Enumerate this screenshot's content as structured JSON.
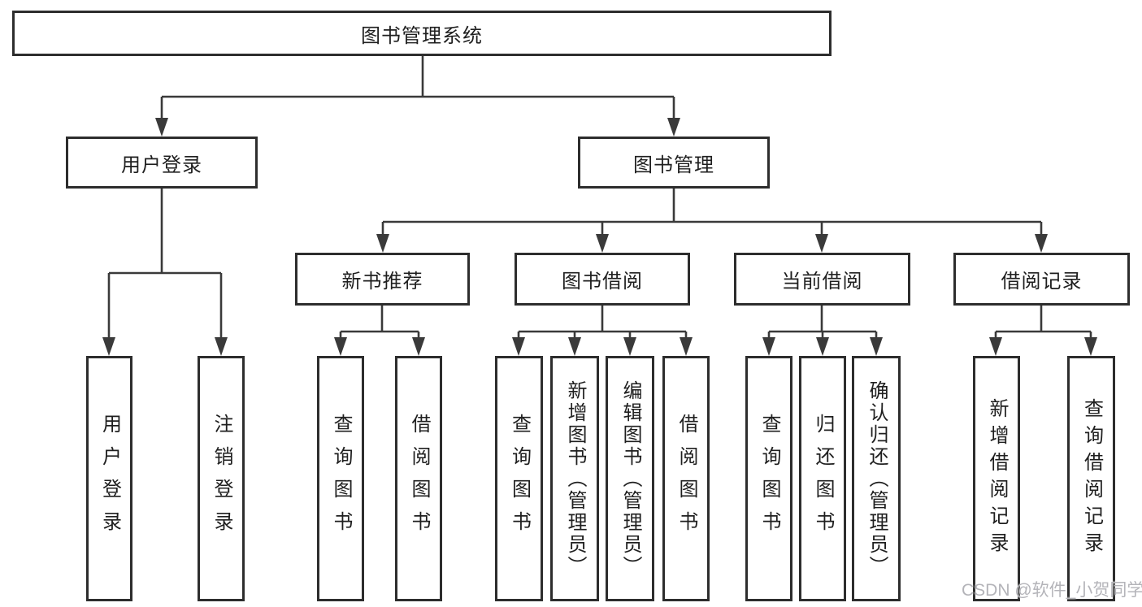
{
  "diagram": {
    "root": "图书管理系统",
    "branches": [
      {
        "label": "用户登录",
        "children": [
          "用户登录",
          "注销登录"
        ]
      },
      {
        "label": "图书管理",
        "modules": [
          {
            "label": "新书推荐",
            "children": [
              "查询图书",
              "借阅图书"
            ]
          },
          {
            "label": "图书借阅",
            "children": [
              "查询图书",
              "新增图书（管理员）",
              "编辑图书（管理员）",
              "借阅图书"
            ]
          },
          {
            "label": "当前借阅",
            "children": [
              "查询图书",
              "归还图书",
              "确认归还（管理员）"
            ]
          },
          {
            "label": "借阅记录",
            "children": [
              "新增借阅记录",
              "查询借阅记录"
            ]
          }
        ]
      }
    ]
  },
  "watermark": "CSDN @软件_小贺同学",
  "colors": {
    "line": "#3a3a3a",
    "box_border": "#2d2d2d",
    "text": "#1f1f1f",
    "watermark": "#b4b4b9",
    "background": "#ffffff"
  }
}
